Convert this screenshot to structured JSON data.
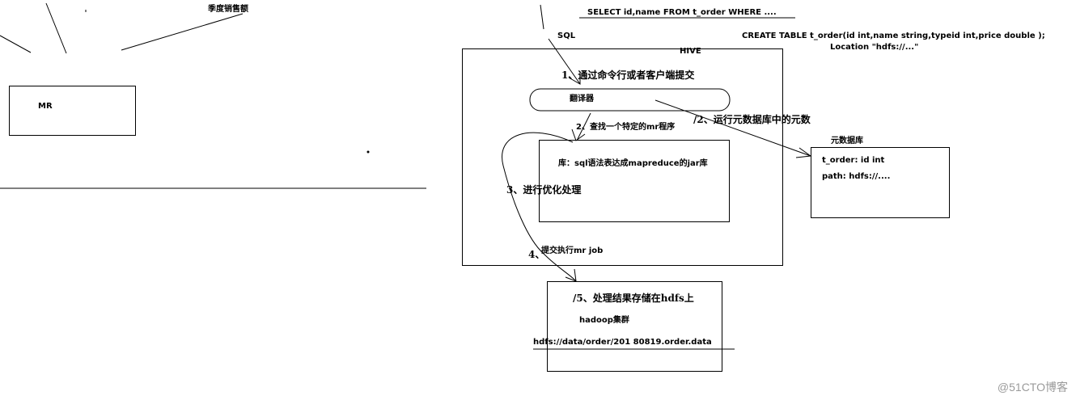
{
  "labels": {
    "quarterly_sales": "季度销售额",
    "mr": "MR",
    "sql_query": "SELECT  id,name FROM t_order WHERE ....",
    "sql": "SQL",
    "create_table": "CREATE TABLE t_order(id int,name string,typeid int,price double );",
    "location": "Location \"hdfs://...\"",
    "hive": "HIVE",
    "step1": "1、通过命令行或者客户端提交",
    "translator": "翻译器",
    "step2_find": "2、查找一个特定的mr程序",
    "step2_metadata": "/2、运行元数据库中的元数",
    "library": "库：sql语法表达成mapreduce的jar库",
    "step3": "3、进行优化处理",
    "step4_num": "4、",
    "step4_text": "提交执行mr job",
    "metastore_title": "元数据库",
    "metastore_line1": "t_order: id  int",
    "metastore_line2": "path: hdfs://....",
    "step5": "/5、处理结果存储在hdfs上",
    "hadoop_cluster": "hadoop集群",
    "hdfs_path": "hdfs://data/order/201 80819.order.data",
    "watermark": "@51CTO博客"
  }
}
